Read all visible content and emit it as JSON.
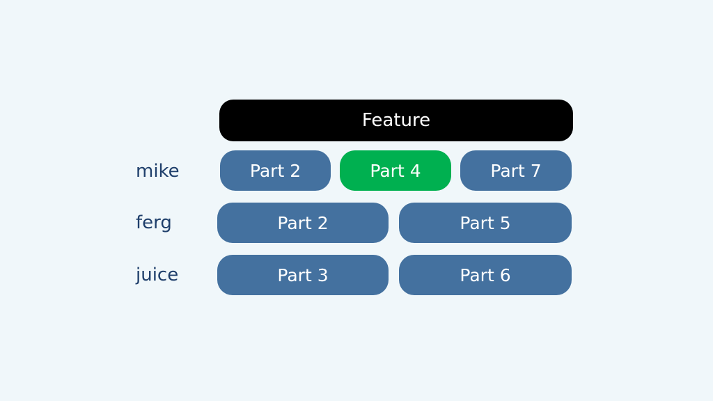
{
  "header": {
    "label": "Feature"
  },
  "rows": [
    {
      "name": "mike",
      "parts": [
        {
          "label": "Part 2",
          "status": "normal"
        },
        {
          "label": "Part 4",
          "status": "highlighted"
        },
        {
          "label": "Part 7",
          "status": "normal"
        }
      ]
    },
    {
      "name": "ferg",
      "parts": [
        {
          "label": "Part 2",
          "status": "normal"
        },
        {
          "label": "Part 5",
          "status": "normal"
        }
      ]
    },
    {
      "name": "juice",
      "parts": [
        {
          "label": "Part 3",
          "status": "normal"
        },
        {
          "label": "Part 6",
          "status": "normal"
        }
      ]
    }
  ],
  "colors": {
    "background": "#f0f7fa",
    "header": "#000000",
    "part_normal": "#44719f",
    "part_highlighted": "#00b050",
    "row_label": "#1f3f6b"
  }
}
